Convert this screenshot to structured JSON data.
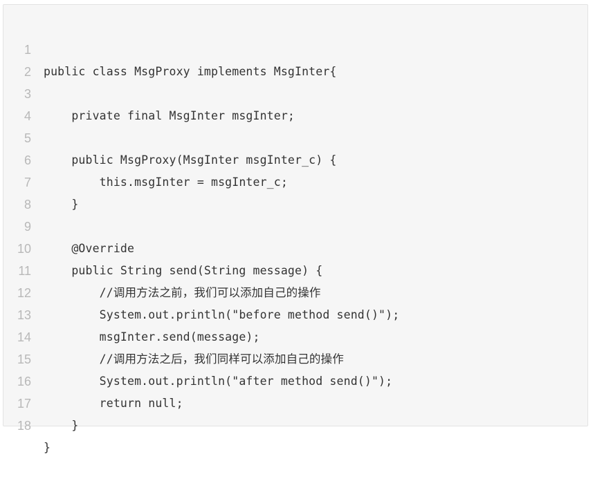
{
  "code": {
    "lines": [
      {
        "number": "1",
        "text": "public class MsgProxy implements MsgInter{"
      },
      {
        "number": "2",
        "text": ""
      },
      {
        "number": "3",
        "text": "    private final MsgInter msgInter;"
      },
      {
        "number": "4",
        "text": ""
      },
      {
        "number": "5",
        "text": "    public MsgProxy(MsgInter msgInter_c) {"
      },
      {
        "number": "6",
        "text": "        this.msgInter = msgInter_c;"
      },
      {
        "number": "7",
        "text": "    }"
      },
      {
        "number": "8",
        "text": ""
      },
      {
        "number": "9",
        "text": "    @Override"
      },
      {
        "number": "10",
        "text": "    public String send(String message) {"
      },
      {
        "number": "11",
        "text": "        //调用方法之前，我们可以添加自己的操作"
      },
      {
        "number": "12",
        "text": "        System.out.println(\"before method send()\");"
      },
      {
        "number": "13",
        "text": "        msgInter.send(message);"
      },
      {
        "number": "14",
        "text": "        //调用方法之后，我们同样可以添加自己的操作"
      },
      {
        "number": "15",
        "text": "        System.out.println(\"after method send()\");"
      },
      {
        "number": "16",
        "text": "        return null;"
      },
      {
        "number": "17",
        "text": "    }"
      },
      {
        "number": "18",
        "text": "}"
      }
    ]
  }
}
